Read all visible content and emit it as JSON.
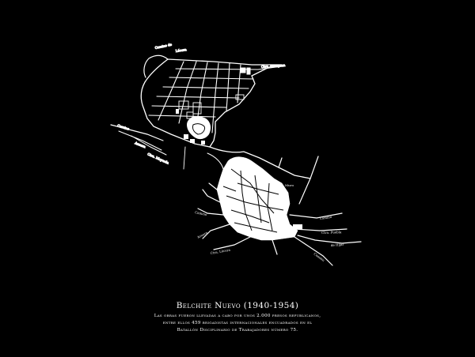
{
  "caption": {
    "title": "Belchite Nuevo (1940-1954)",
    "lines": [
      "Las obras fueron llevadas a cabo por unos 2.000 presos republicanos,",
      "entre ellos 459 brigadistas internacionales encuadrados en el",
      "Batallón Disciplinario de Trabajadores número 75."
    ]
  },
  "colors": {
    "background": "#000000",
    "ink": "#ffffff"
  }
}
